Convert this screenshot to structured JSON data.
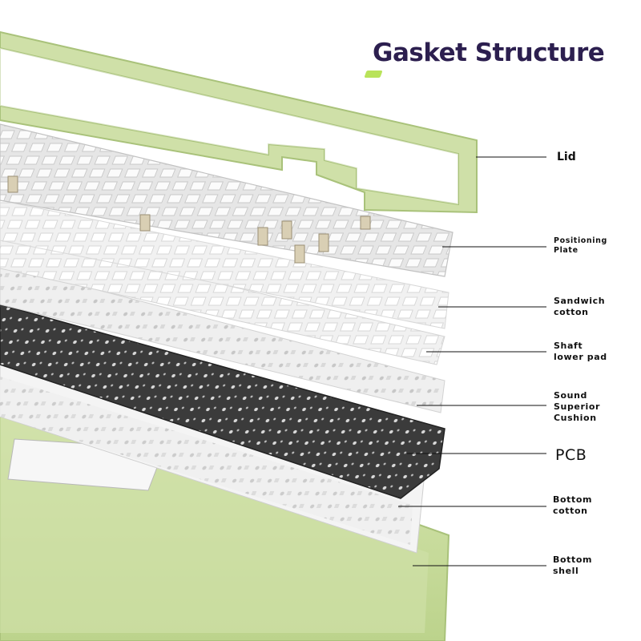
{
  "title": "Gasket Structure",
  "layers": [
    {
      "id": "lid",
      "label": "Lid"
    },
    {
      "id": "positioning-plate",
      "label": "Positioning\nPlate"
    },
    {
      "id": "sandwich-cotton",
      "label": "Sandwich\ncotton"
    },
    {
      "id": "shaft-lower-pad",
      "label": "Shaft\nlower pad"
    },
    {
      "id": "sound-cushion",
      "label": "Sound\nSuperior\nCushion"
    },
    {
      "id": "pcb",
      "label": "PCB"
    },
    {
      "id": "bottom-cotton",
      "label": "Bottom\ncotton"
    },
    {
      "id": "bottom-shell",
      "label": "Bottom\nshell"
    }
  ],
  "colors": {
    "title": "#2c1f4f",
    "accent": "#b9e35a",
    "case_green": "#cfe0a8",
    "case_green_dark": "#a9c27a",
    "plate": "#ececec",
    "pcb": "#3a3a3a",
    "leader": "#111111"
  }
}
